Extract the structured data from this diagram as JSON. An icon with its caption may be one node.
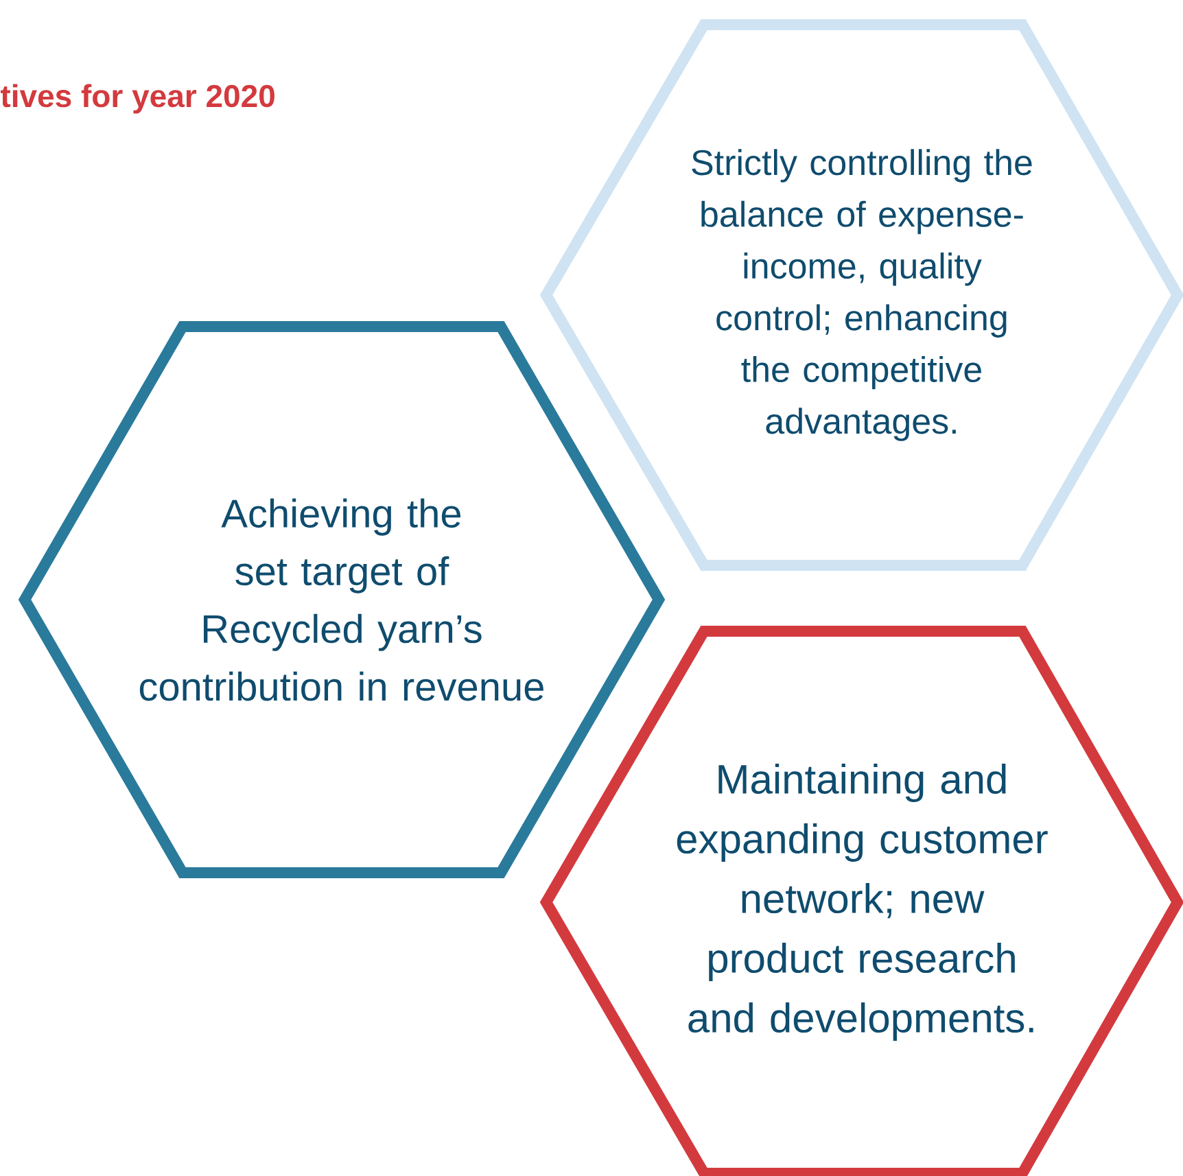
{
  "diagram": {
    "title": "tives for year 2020",
    "nodes": [
      {
        "text": [
          "Strictly controlling the balance of expense-income, quality control; enhancing the competitive advantages."
        ]
      },
      {
        "text": [
          "Achieving the set target of Recycled yarn’s contribution in revenue"
        ]
      },
      {
        "text": [
          "Maintaining and expanding customer network; new product research and developments."
        ]
      }
    ]
  }
}
